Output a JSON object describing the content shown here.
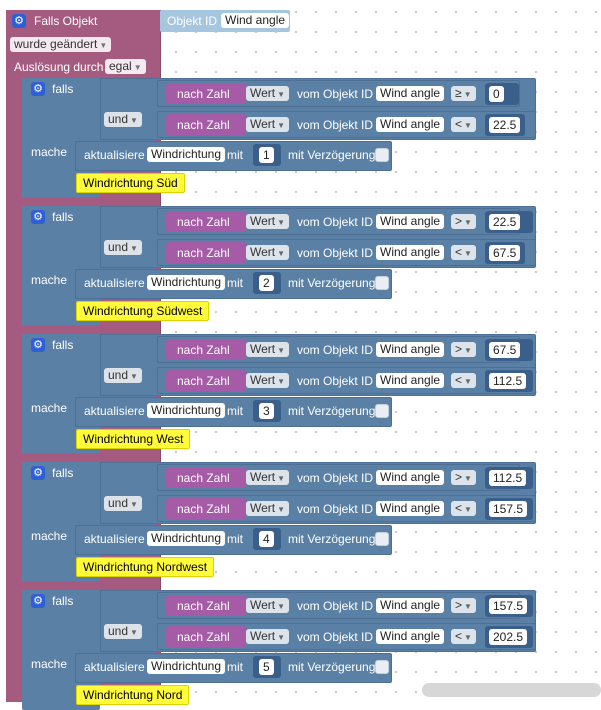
{
  "event": {
    "title": "Falls Objekt",
    "object_label": "Objekt ID",
    "object_value": "Wind angle",
    "trigger_option": "wurde geändert",
    "ack_label": "Auslösung durch",
    "ack_option": "egal"
  },
  "labels": {
    "if": "falls",
    "and": "und",
    "do": "mache",
    "to_number": "nach Zahl",
    "value": "Wert",
    "of_object": "vom Objekt ID",
    "object": "Wind angle",
    "update": "aktualisiere",
    "with": "mit",
    "delay": "mit Verzögerung"
  },
  "rules": [
    {
      "op1": "≥",
      "low": "0",
      "op2": "<",
      "high": "22.5",
      "target": "Windrichtung",
      "value": "1",
      "text": "Windrichtung Süd"
    },
    {
      "op1": ">",
      "low": "22.5",
      "op2": "<",
      "high": "67.5",
      "target": "Windrichtung",
      "value": "2",
      "text": "Windrichtung Südwest"
    },
    {
      "op1": ">",
      "low": "67.5",
      "op2": "<",
      "high": "112.5",
      "target": "Windrichtung",
      "value": "3",
      "text": "Windrichtung West"
    },
    {
      "op1": ">",
      "low": "112.5",
      "op2": "<",
      "high": "157.5",
      "target": "Windrichtung",
      "value": "4",
      "text": "Windrichtung Nordwest"
    },
    {
      "op1": ">",
      "low": "157.5",
      "op2": "<",
      "high": "202.5",
      "target": "Windrichtung",
      "value": "5",
      "text": "Windrichtung Nord"
    }
  ],
  "colors": {
    "event_block": "#a55b80",
    "logic_block": "#5b80a5",
    "convert_block": "#a55ba5",
    "comment_text": "#fffa3a"
  },
  "icons": [
    "gear-icon",
    "dropdown-caret-icon",
    "checkbox-icon"
  ]
}
